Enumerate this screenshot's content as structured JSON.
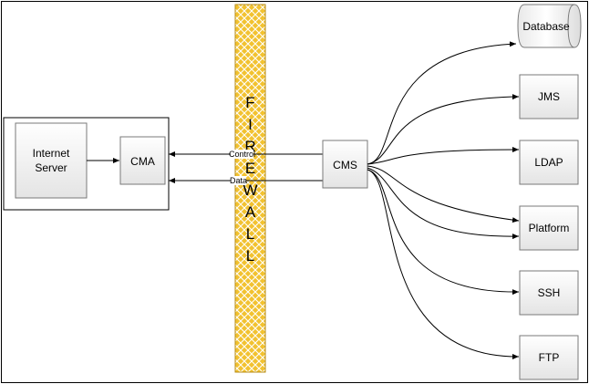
{
  "nodes": {
    "internet_server": [
      "Internet",
      "Server"
    ],
    "cma": "CMA",
    "cms": "CMS",
    "database": "Database",
    "jms": "JMS",
    "ldap": "LDAP",
    "platform": "Platform",
    "ssh": "SSH",
    "ftp": "FTP"
  },
  "firewall_letters": [
    "F",
    "I",
    "R",
    "E",
    "W",
    "A",
    "L",
    "L"
  ],
  "connections": {
    "control_label": "Control",
    "data_label": "Data"
  },
  "colors": {
    "firewall_fill": "#f7c948",
    "firewall_mesh": "#ffffff",
    "box_top": "#ffffff",
    "box_bottom": "#e6e6e6"
  }
}
